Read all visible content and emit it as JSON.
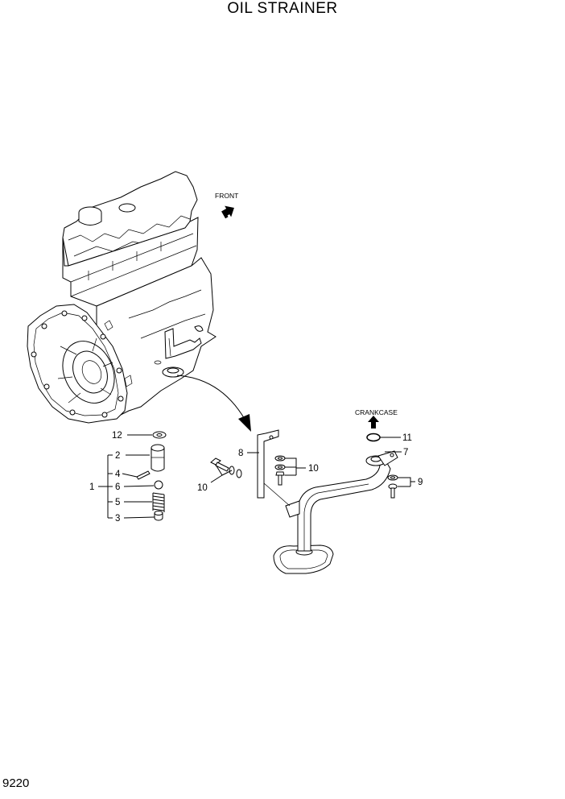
{
  "title": "OIL STRAINER",
  "page_number": "9220",
  "annotations": {
    "front": "FRONT",
    "crankcase": "CRANKCASE"
  },
  "callouts": {
    "c1": "1",
    "c2": "2",
    "c3": "3",
    "c4": "4",
    "c5": "5",
    "c6": "6",
    "c7": "7",
    "c8": "8",
    "c9": "9",
    "c10a": "10",
    "c10b": "10",
    "c11": "11",
    "c12": "12"
  }
}
